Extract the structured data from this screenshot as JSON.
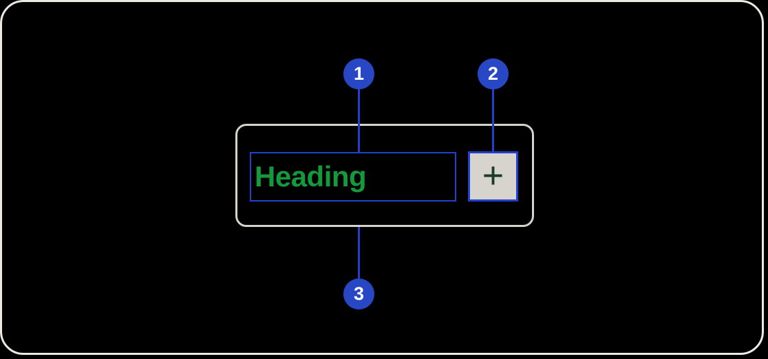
{
  "colors": {
    "background": "#000000",
    "frame_border": "#ece9e4",
    "container_border": "#d6d3cd",
    "annotation_blue": "#2847c5",
    "line_blue": "#2140cd",
    "heading_green": "#15993b",
    "button_bg": "#d7d3cd",
    "plus_dark": "#1d3b2d",
    "callout_text": "#ffffff"
  },
  "component": {
    "heading_label": "Heading",
    "button_glyph": "+"
  },
  "callouts": [
    {
      "number": "1"
    },
    {
      "number": "2"
    },
    {
      "number": "3"
    }
  ]
}
